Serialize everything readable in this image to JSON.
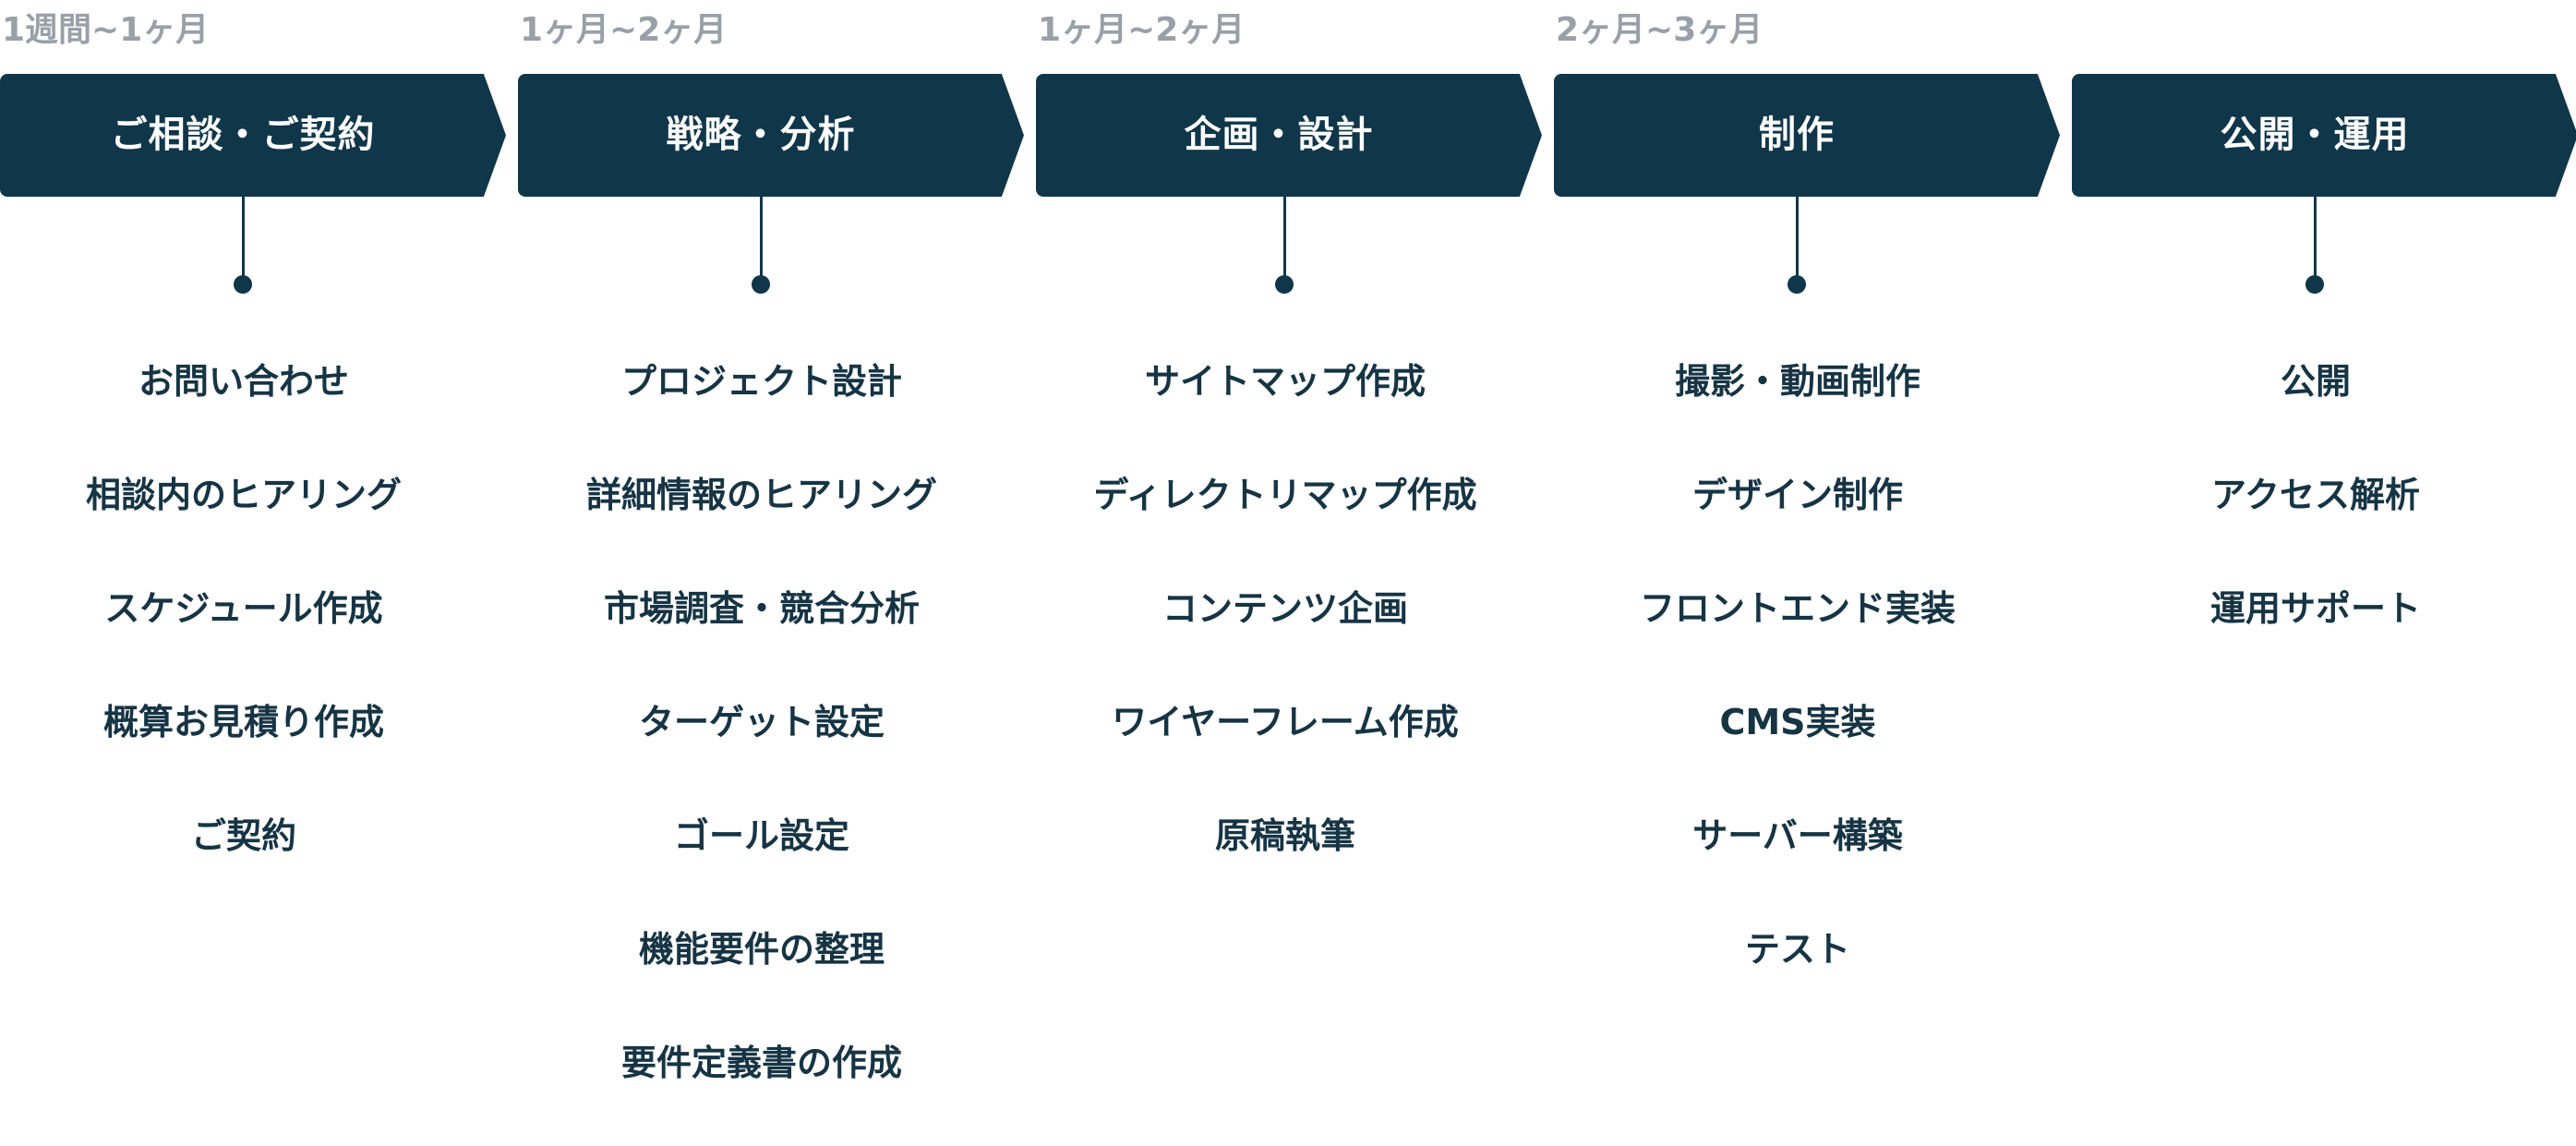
{
  "phases": [
    {
      "duration": "1週間~1ヶ月",
      "title": "ご相談・ご契約",
      "tasks": [
        "お問い合わせ",
        "相談内のヒアリング",
        "スケジュール作成",
        "概算お見積り作成",
        "ご契約"
      ]
    },
    {
      "duration": "1ヶ月~2ヶ月",
      "title": "戦略・分析",
      "tasks": [
        "プロジェクト設計",
        "詳細情報のヒアリング",
        "市場調査・競合分析",
        "ターゲット設定",
        "ゴール設定",
        "機能要件の整理",
        "要件定義書の作成"
      ]
    },
    {
      "duration": "1ヶ月~2ヶ月",
      "title": "企画・設計",
      "tasks": [
        "サイトマップ作成",
        "ディレクトリマップ作成",
        "コンテンツ企画",
        "ワイヤーフレーム作成",
        "原稿執筆"
      ]
    },
    {
      "duration": "2ヶ月~3ヶ月",
      "title": "制作",
      "tasks": [
        "撮影・動画制作",
        "デザイン制作",
        "フロントエンド実装",
        "CMS実装",
        "サーバー構築",
        "テスト"
      ]
    },
    {
      "duration": "",
      "title": "公開・運用",
      "tasks": [
        "公開",
        "アクセス解析",
        "運用サポート"
      ]
    }
  ],
  "colors": {
    "primary": "#10364a",
    "duration_text": "#9aa0a8",
    "task_text": "#163444",
    "title_text": "#ffffff"
  }
}
